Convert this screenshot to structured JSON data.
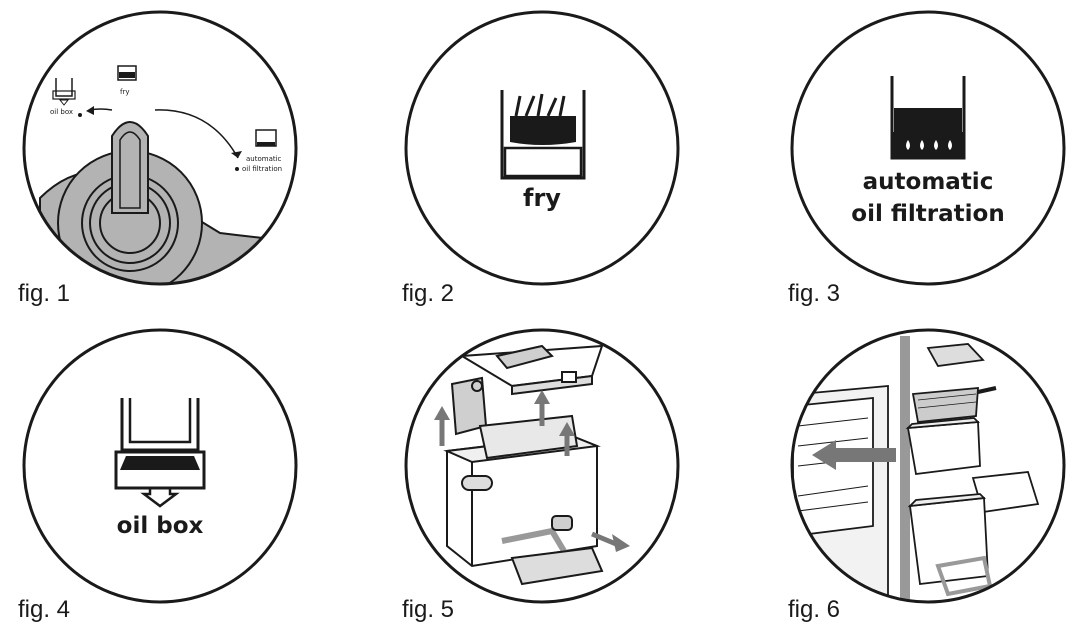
{
  "figures": [
    {
      "id": "fig1",
      "caption": "fig. 1",
      "labels": {
        "oil_box": "oil box",
        "fry": "fry",
        "filtration_line1": "automatic",
        "filtration_line2": "oil filtration"
      }
    },
    {
      "id": "fig2",
      "caption": "fig. 2",
      "label": "fry"
    },
    {
      "id": "fig3",
      "caption": "fig. 3",
      "label_line1": "automatic",
      "label_line2": "oil filtration"
    },
    {
      "id": "fig4",
      "caption": "fig. 4",
      "label": "oil box"
    },
    {
      "id": "fig5",
      "caption": "fig. 5"
    },
    {
      "id": "fig6",
      "caption": "fig. 6"
    }
  ],
  "colors": {
    "stroke": "#1a1a1a",
    "knob_gray": "#b3b3b3",
    "arrow_gray": "#7a7a7a"
  }
}
